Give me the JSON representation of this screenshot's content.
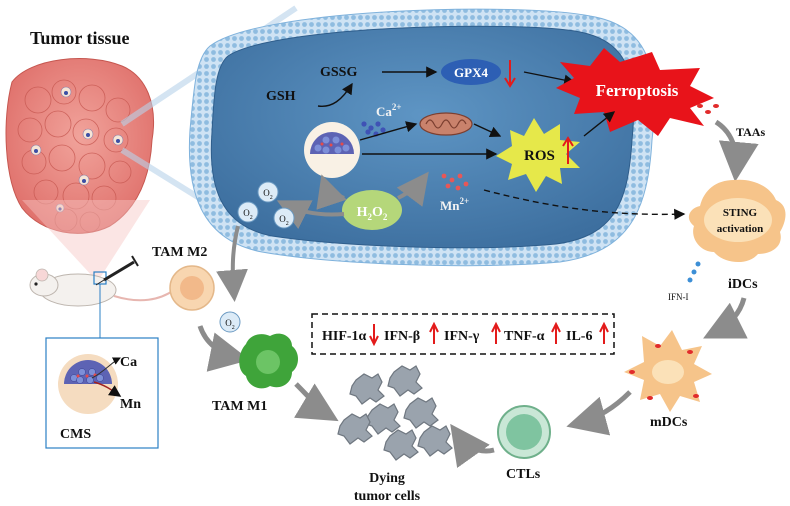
{
  "title": "Tumor tissue",
  "cell": {
    "gsh": "GSH",
    "gssg": "GSSG",
    "gpx4": "GPX4",
    "ferroptosis": "Ferroptosis",
    "ros": "ROS",
    "ca_ion": "Ca",
    "ca_charge": "2+",
    "mn_ion": "Mn",
    "mn_charge": "2+",
    "h2o2_h": "H",
    "h2o2_sub": "2",
    "h2o2_o": "O",
    "h2o2_sub2": "2"
  },
  "oxygen": {
    "symbol": "O",
    "sub": "2"
  },
  "taas": "TAAs",
  "sting": {
    "line1": "STING",
    "line2": "activation"
  },
  "ifn1": "IFN-I",
  "idcs": "iDCs",
  "mdcs": "mDCs",
  "ctls": "CTLs",
  "tam_m2": "TAM M2",
  "tam_m1": "TAM M1",
  "dying": {
    "line1": "Dying",
    "line2": "tumor cells"
  },
  "cytokines": [
    {
      "label": "HIF-1α",
      "dir": "down"
    },
    {
      "label": "IFN-β",
      "dir": "up"
    },
    {
      "label": "IFN-γ",
      "dir": "up"
    },
    {
      "label": "TNF-α",
      "dir": "up"
    },
    {
      "label": "IL-6",
      "dir": "up"
    }
  ],
  "inset": {
    "ca": "Ca",
    "mn": "Mn",
    "cms": "CMS"
  },
  "colors": {
    "cell_fill": "#4f86b6",
    "membrane": "#a7cbe8",
    "gpx4": "#2d5fb4",
    "ferroptosis": "#e8131a",
    "ros": "#e6e84a",
    "h2o2": "#b5d77a",
    "dc": "#f6c48a",
    "tam_m1": "#3fa43a",
    "ctl": "#7fc4a0",
    "tumor_cell": "#9aa3ad",
    "arrow_red": "#e31b1b"
  }
}
